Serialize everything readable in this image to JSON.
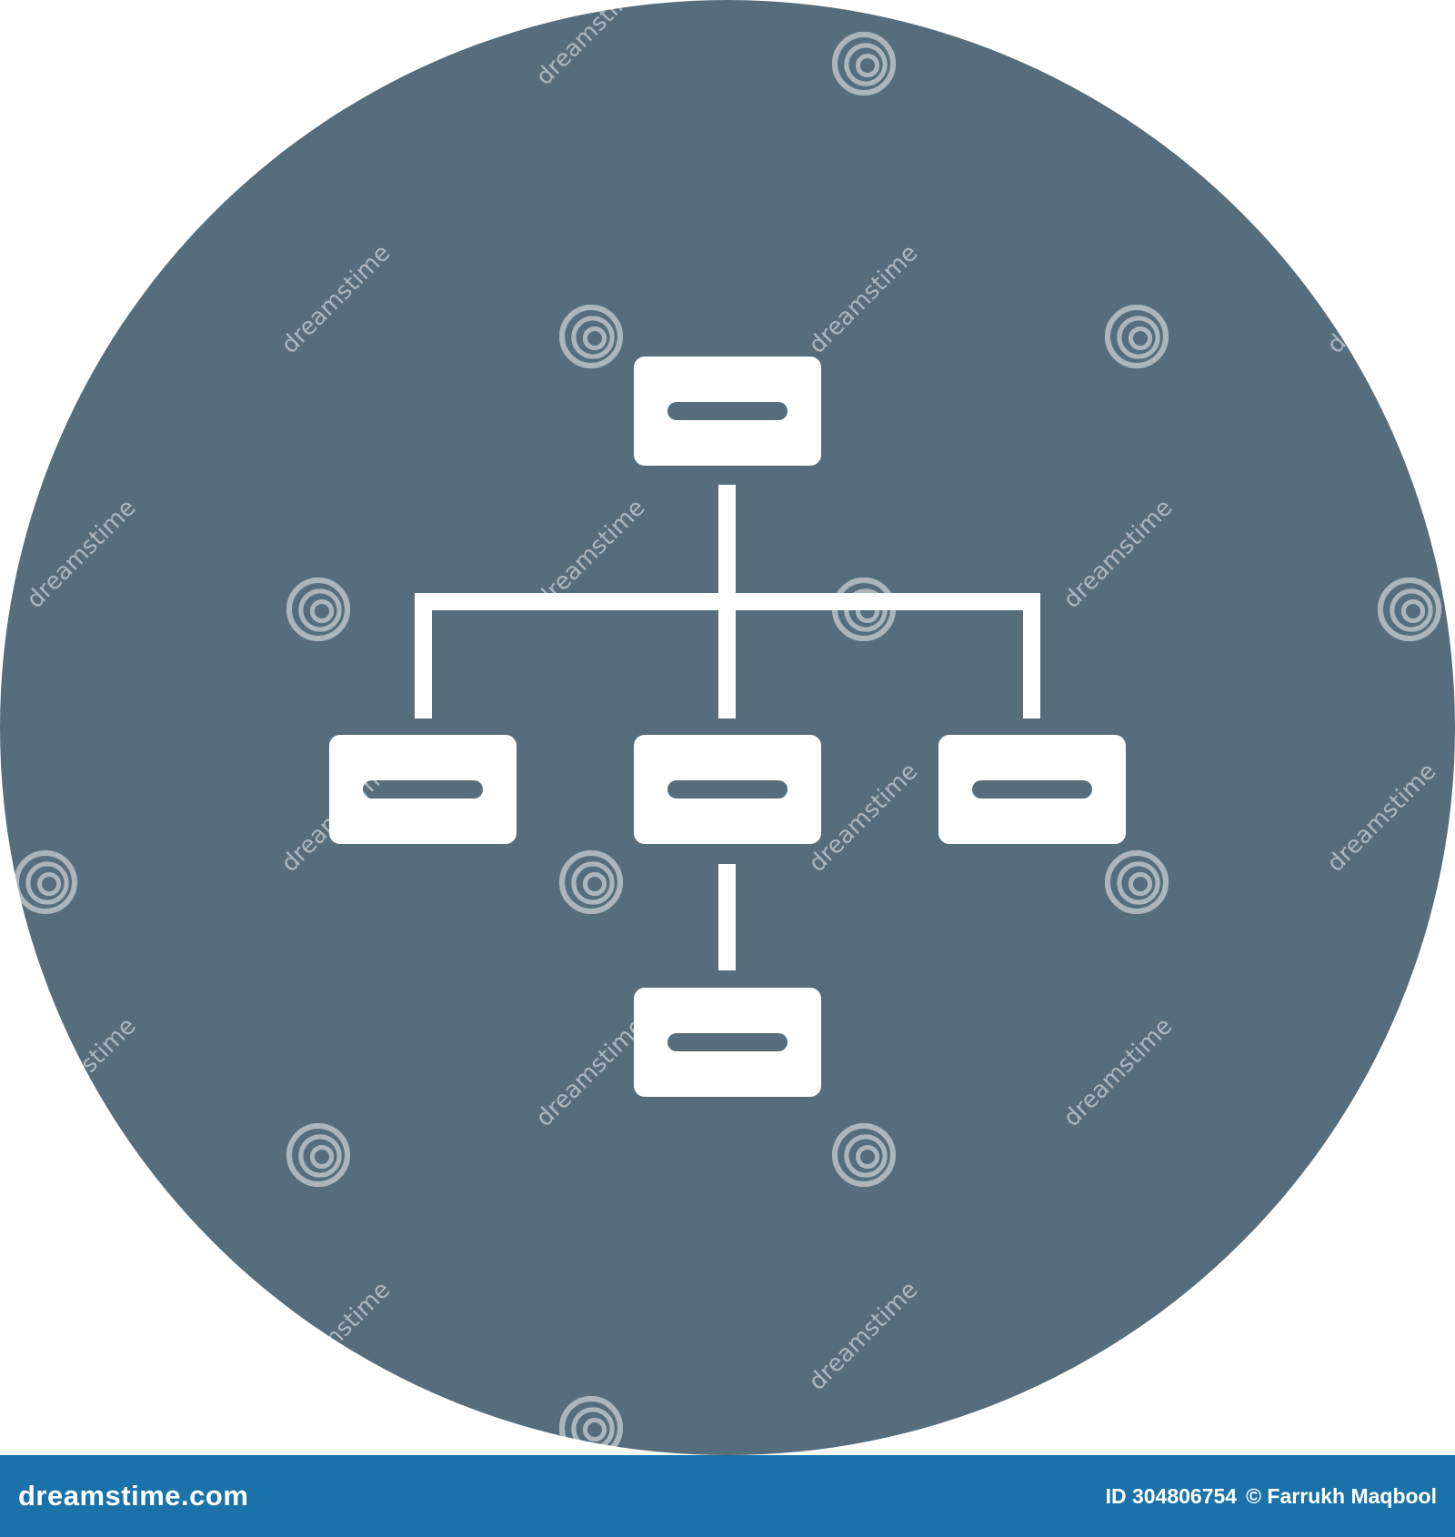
{
  "colors": {
    "circle_fill": "#566e7b",
    "icon_fill": "#ffffff",
    "footer_bar": "#1a72a9",
    "watermark": "#ffffff"
  },
  "icon": {
    "name": "hierarchy-org-chart-icon",
    "nodes": [
      "root-node",
      "child-node-left",
      "child-node-center",
      "child-node-right",
      "grandchild-node"
    ]
  },
  "watermark": {
    "logo_icon": "spiral-logo-icon",
    "text": "dreamstime"
  },
  "footer": {
    "brand": "dreamstime.com",
    "image_id": "ID 304806754",
    "credit": "© Farrukh Maqbool"
  }
}
